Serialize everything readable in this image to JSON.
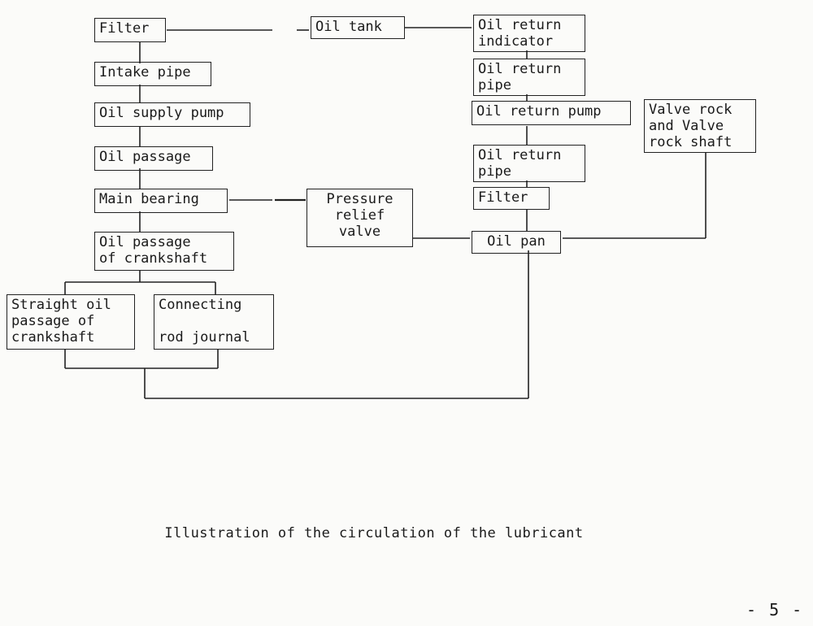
{
  "boxes": {
    "filter_top": "Filter",
    "intake_pipe": "Intake pipe",
    "oil_supply_pump": "Oil supply pump",
    "oil_passage": "Oil passage",
    "main_bearing": "Main bearing",
    "oil_passage_crankshaft": "Oil passage\nof crankshaft",
    "straight_oil_passage": "Straight oil\npassage of\ncrankshaft",
    "connecting_rod_journal": "Connecting\n\nrod journal",
    "oil_tank": "Oil tank",
    "oil_return_indicator": "Oil return\nindicator",
    "oil_return_pipe_top": "Oil return\npipe",
    "oil_return_pump": "Oil return pump",
    "valve_rock": "Valve rock\nand Valve\nrock shaft",
    "oil_return_pipe_bottom": "Oil return\npipe",
    "filter_bottom": "Filter",
    "pressure_relief_valve": "Pressure\nrelief\nvalve",
    "oil_pan": "Oil pan"
  },
  "caption": "Illustration of the circulation of the lubricant",
  "page_number": "- 5 -"
}
